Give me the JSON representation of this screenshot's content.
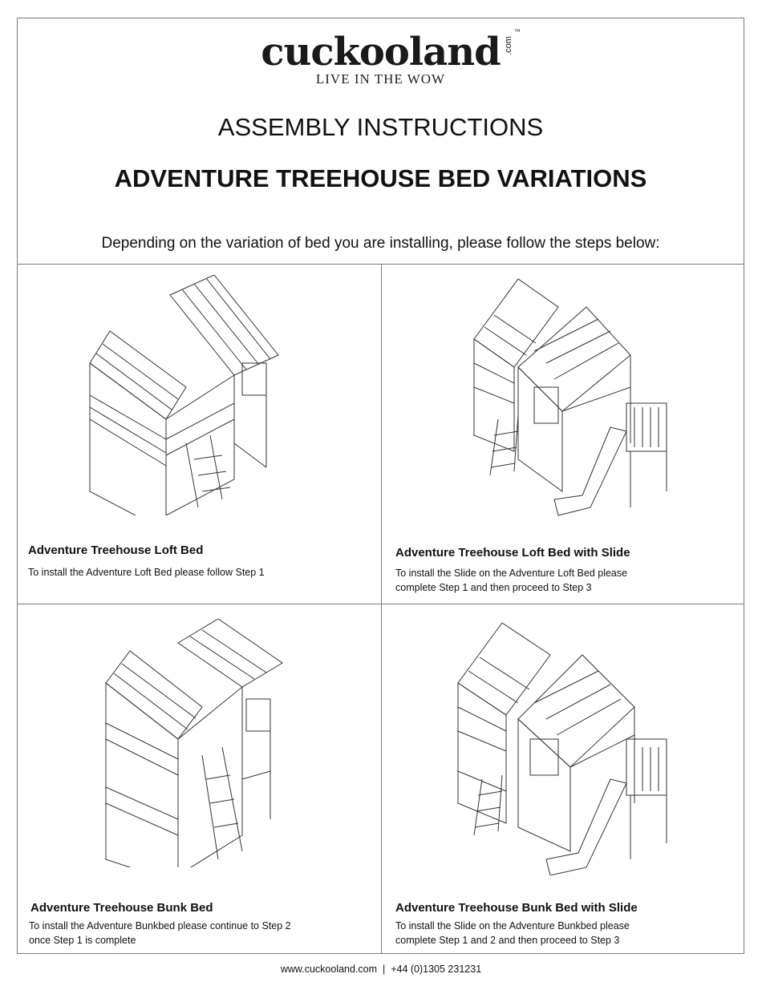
{
  "brand": {
    "logo_text": "cuckooland",
    "logo_suffix": ".com",
    "trademark": "™",
    "tagline": "LIVE IN THE WOW"
  },
  "header": {
    "title": "ASSEMBLY INSTRUCTIONS",
    "subtitle": "ADVENTURE TREEHOUSE BED VARIATIONS",
    "intro": "Depending on the variation of bed you are installing, please follow the steps below:"
  },
  "variations": [
    {
      "title": "Adventure Treehouse Loft Bed",
      "description": "To install the Adventure Loft Bed please follow Step 1",
      "illustration": "loft-bed-drawing"
    },
    {
      "title": "Adventure Treehouse Loft Bed with Slide",
      "description": "To install the Slide on the Adventure Loft Bed please complete Step 1 and then proceed to Step 3",
      "illustration": "loft-bed-with-slide-drawing"
    },
    {
      "title": "Adventure Treehouse Bunk Bed",
      "description": "To install the Adventure Bunkbed please continue to Step 2 once Step 1 is complete",
      "illustration": "bunk-bed-drawing"
    },
    {
      "title": "Adventure Treehouse Bunk Bed with Slide",
      "description": "To install the Slide on the Adventure Bunkbed please complete Step 1 and 2 and then proceed to Step 3",
      "illustration": "bunk-bed-with-slide-drawing"
    }
  ],
  "footer": {
    "website": "www.cuckooland.com",
    "separator": "|",
    "phone": "+44 (0)1305 231231"
  }
}
